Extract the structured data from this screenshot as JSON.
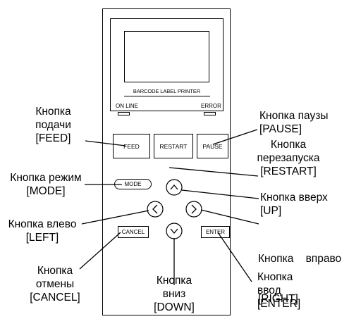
{
  "device": {
    "printer_name": "BARCODE LABEL PRINTER",
    "led_online": "ON LINE",
    "led_error": "ERROR"
  },
  "buttons": {
    "feed": "FEED",
    "restart": "RESTART",
    "pause": "PAUSE",
    "mode": "MODE",
    "cancel": "CANCEL",
    "enter": "ENTER"
  },
  "callouts": {
    "pause": [
      "Кнопка паузы",
      "[PAUSE]"
    ],
    "feed": [
      "Кнопка",
      "подачи",
      "[FEED]"
    ],
    "restart": [
      "Кнопка",
      "перезапуска",
      "[RESTART]"
    ],
    "mode": [
      "Кнопка режим",
      "[MODE]"
    ],
    "up": [
      "Кнопка вверх",
      "[UP]"
    ],
    "left": [
      "Кнопка влево",
      "[LEFT]"
    ],
    "right": [
      "Кнопка    вправо",
      "[RIGHT]"
    ],
    "cancel": [
      "Кнопка",
      "отмены",
      "[CANCEL]"
    ],
    "down": [
      "Кнопка",
      "вниз",
      "[DOWN]"
    ],
    "enter": [
      "Кнопка",
      "ввод",
      "[ENTER]"
    ]
  }
}
